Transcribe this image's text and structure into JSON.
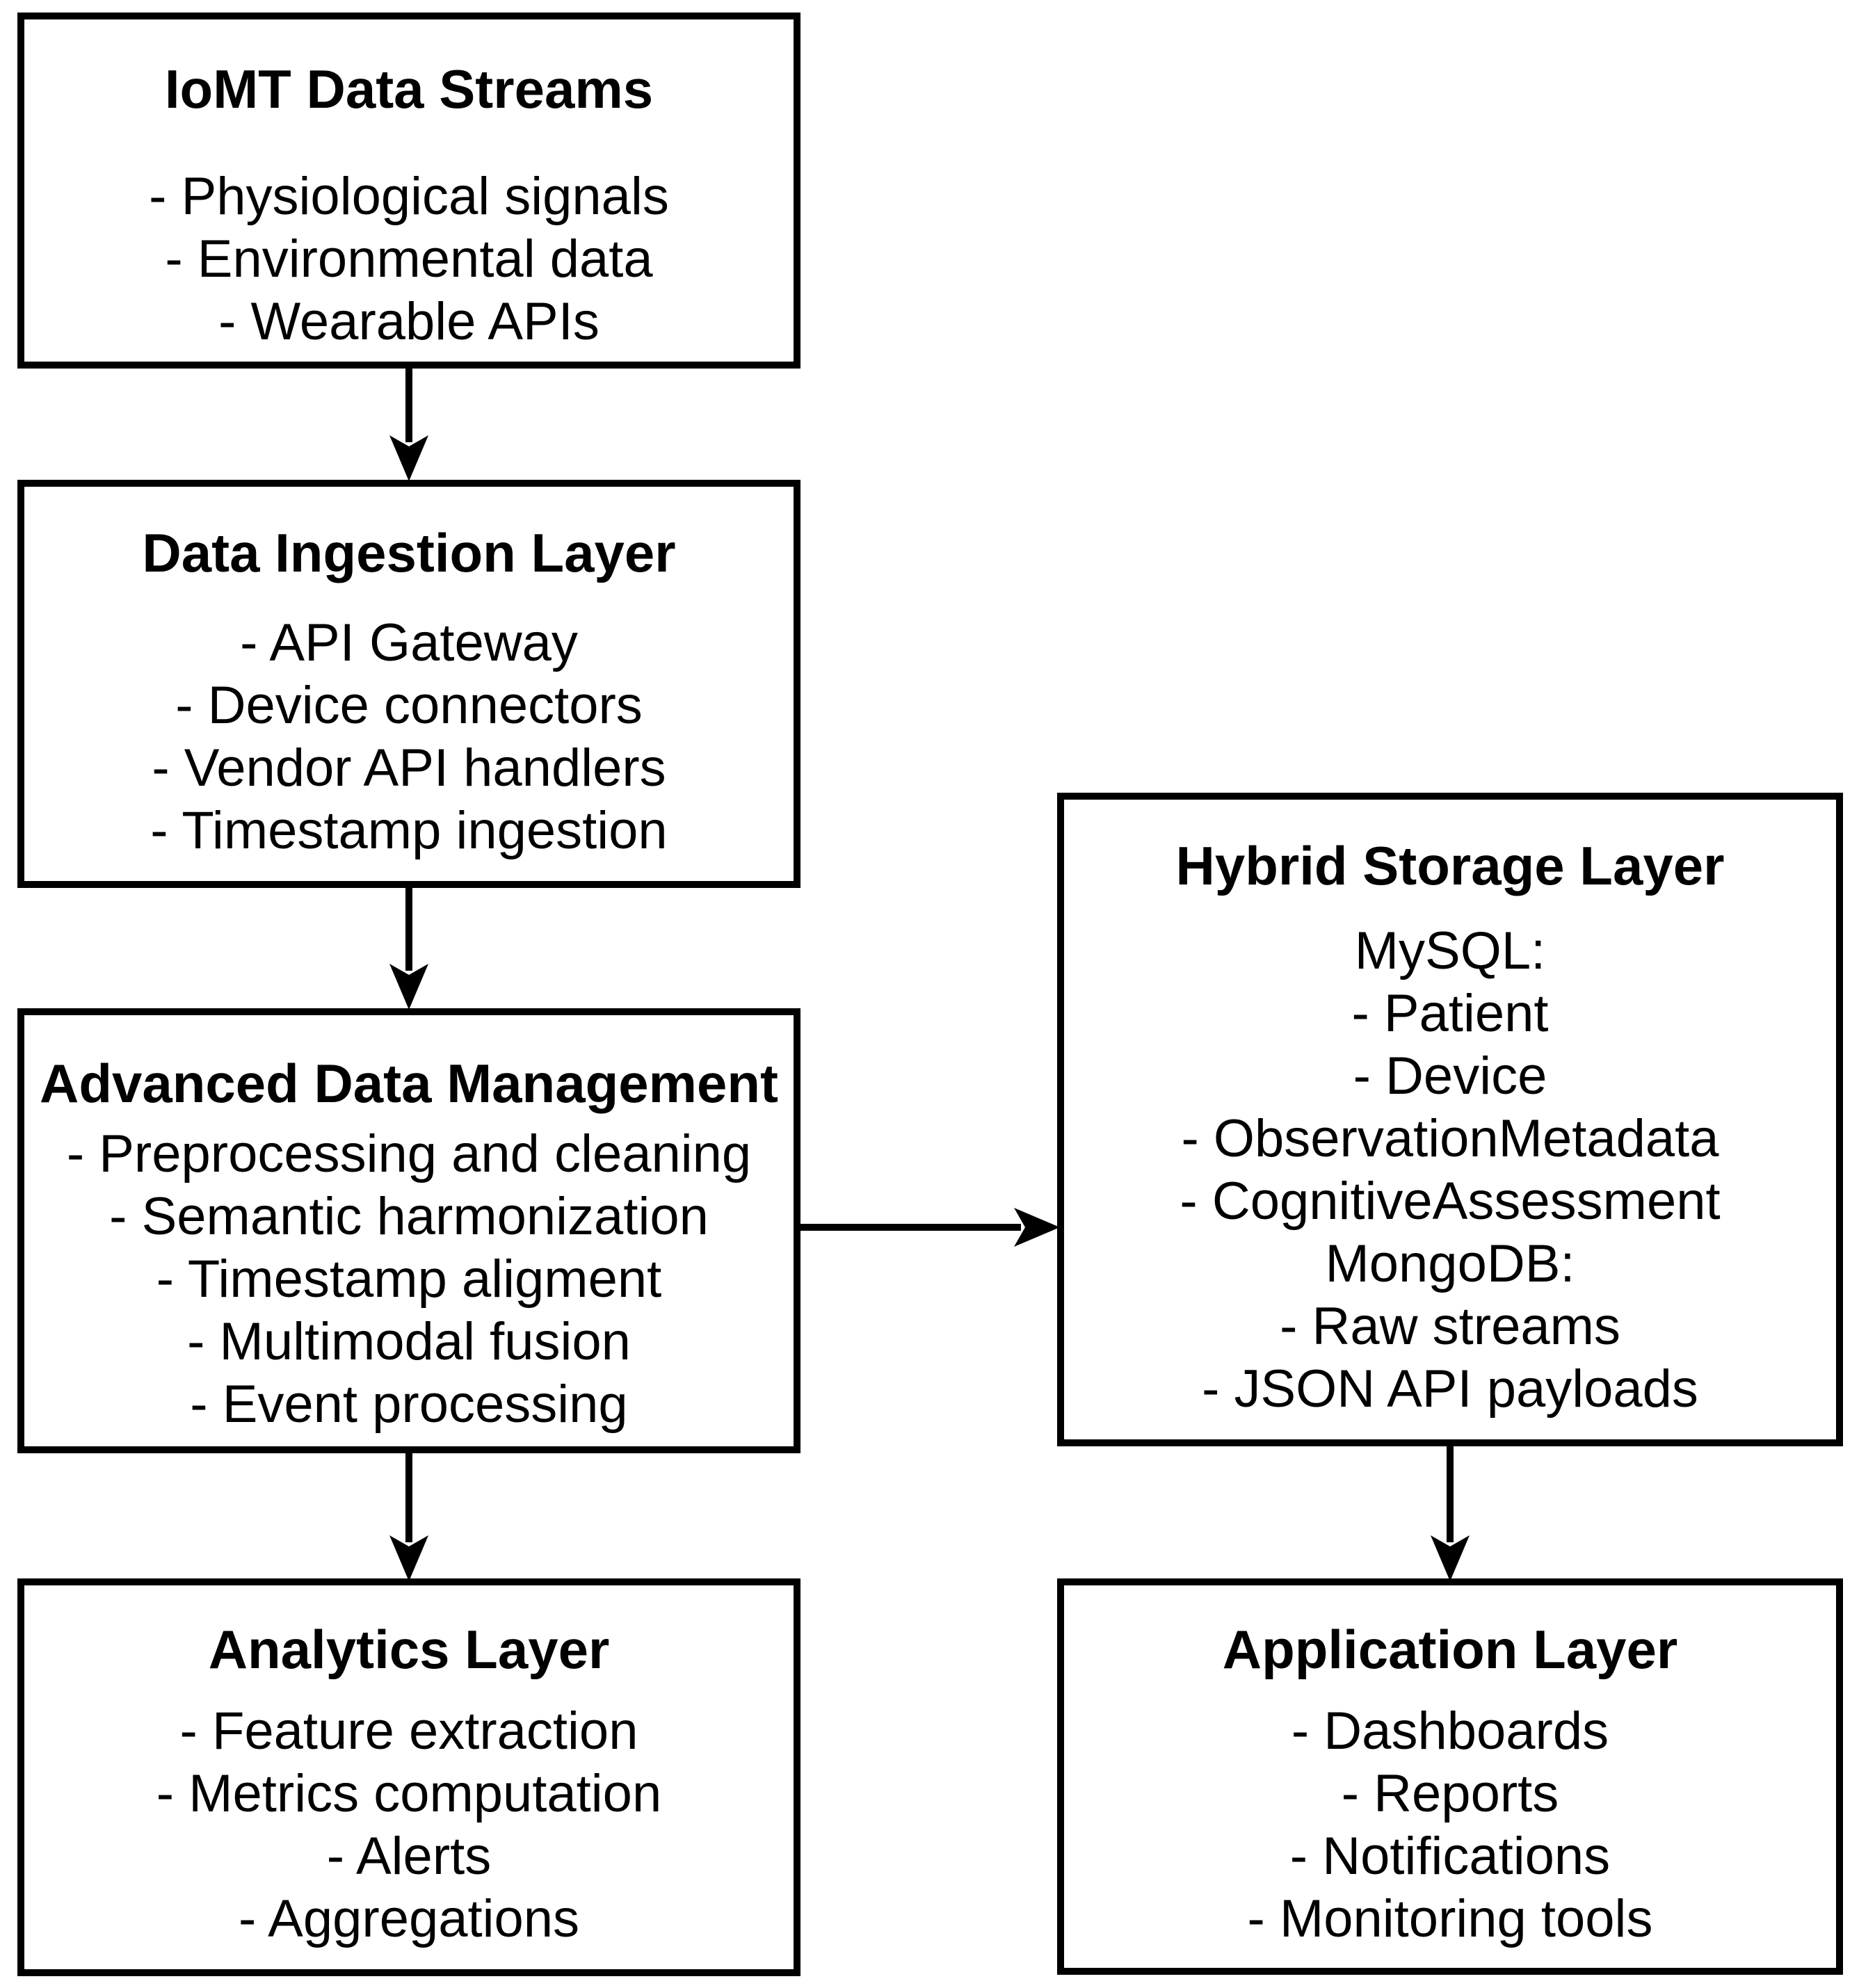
{
  "diagram": {
    "colors": {
      "line": "#000000",
      "text": "#000000",
      "box_fill": "#ffffff",
      "background": "#ffffff"
    },
    "boxes": [
      {
        "id": "iomt-data-streams",
        "title": "IoMT Data Streams",
        "items": [
          "- Physiological signals",
          "- Environmental data",
          "- Wearable APIs"
        ]
      },
      {
        "id": "data-ingestion-layer",
        "title": "Data Ingestion Layer",
        "items": [
          "- API Gateway",
          "- Device connectors",
          "- Vendor API handlers",
          "- Timestamp ingestion"
        ]
      },
      {
        "id": "advanced-data-management",
        "title": "Advanced Data Management",
        "items": [
          "- Preprocessing and cleaning",
          "- Semantic harmonization",
          "- Timestamp aligment",
          "- Multimodal fusion",
          "- Event processing"
        ]
      },
      {
        "id": "analytics-layer",
        "title": "Analytics Layer",
        "items": [
          "- Feature extraction",
          "- Metrics computation",
          "- Alerts",
          "- Aggregations"
        ]
      },
      {
        "id": "hybrid-storage-layer",
        "title": "Hybrid Storage Layer",
        "items": [
          "MySQL:",
          "- Patient",
          "- Device",
          "- ObservationMetadata",
          "- CognitiveAssessment",
          "MongoDB:",
          "- Raw streams",
          "- JSON API payloads"
        ]
      },
      {
        "id": "application-layer",
        "title": "Application Layer",
        "items": [
          "- Dashboards",
          "- Reports",
          "- Notifications",
          "- Monitoring tools"
        ]
      }
    ],
    "arrows": [
      {
        "from": "IoMT Data Streams",
        "to": "Data Ingestion Layer",
        "direction": "down"
      },
      {
        "from": "Data Ingestion Layer",
        "to": "Advanced Data Management",
        "direction": "down"
      },
      {
        "from": "Advanced Data Management",
        "to": "Analytics Layer",
        "direction": "down"
      },
      {
        "from": "Advanced Data Management",
        "to": "Hybrid Storage Layer",
        "direction": "right"
      },
      {
        "from": "Hybrid Storage Layer",
        "to": "Application Layer",
        "direction": "down"
      }
    ]
  }
}
